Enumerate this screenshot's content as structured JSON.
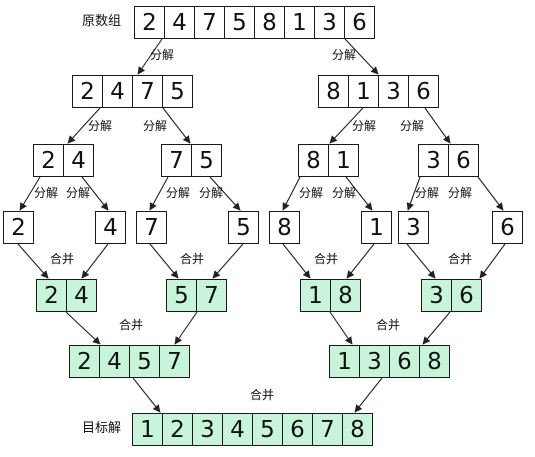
{
  "row_labels": {
    "original": "原数组",
    "target": "目标解"
  },
  "ops": {
    "split": "分解",
    "merge": "合并"
  },
  "arrays": {
    "original": [
      "2",
      "4",
      "7",
      "5",
      "8",
      "1",
      "3",
      "6"
    ],
    "l1_left": [
      "2",
      "4",
      "7",
      "5"
    ],
    "l1_right": [
      "8",
      "1",
      "3",
      "6"
    ],
    "l2_a": [
      "2",
      "4"
    ],
    "l2_b": [
      "7",
      "5"
    ],
    "l2_c": [
      "8",
      "1"
    ],
    "l2_d": [
      "3",
      "6"
    ],
    "l3": [
      "2",
      "4",
      "7",
      "5",
      "8",
      "1",
      "3",
      "6"
    ],
    "m1_a": [
      "2",
      "4"
    ],
    "m1_b": [
      "5",
      "7"
    ],
    "m1_c": [
      "1",
      "8"
    ],
    "m1_d": [
      "3",
      "6"
    ],
    "m2_left": [
      "2",
      "4",
      "5",
      "7"
    ],
    "m2_right": [
      "1",
      "3",
      "6",
      "8"
    ],
    "target": [
      "1",
      "2",
      "3",
      "4",
      "5",
      "6",
      "7",
      "8"
    ]
  },
  "colors": {
    "merged_fill": "#c8f5da",
    "border": "#1a1a1a",
    "arrow": "#222222"
  }
}
